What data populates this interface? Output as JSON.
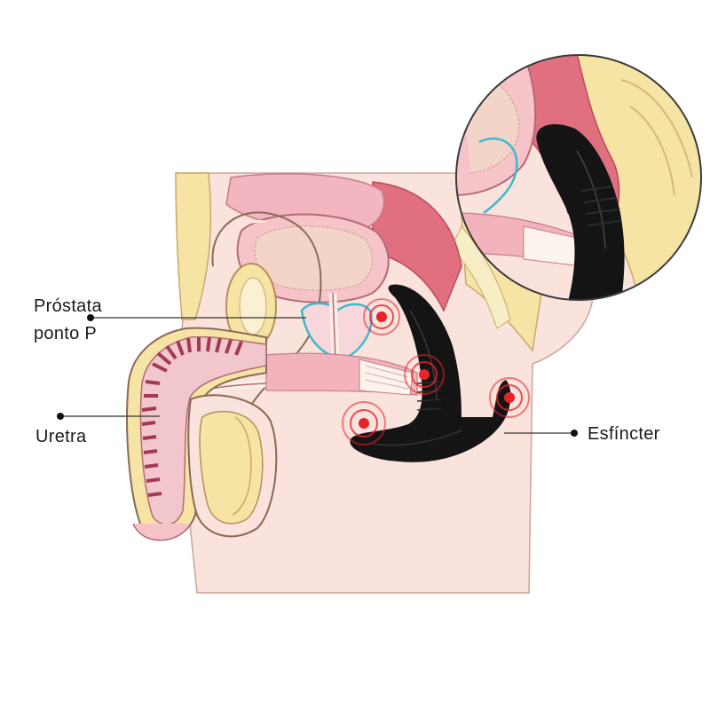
{
  "labels": {
    "prostata": "Próstata",
    "ponto_p": "ponto P",
    "uretra": "Uretra",
    "esfincter": "Esfíncter"
  },
  "colors": {
    "skin": "#fae3dc",
    "tissue_pink": "#f3b6c1",
    "tissue_red": "#e0707f",
    "fat_yellow": "#f6e4a4",
    "outline": "#8a6a55",
    "prostate_line": "#3fb8cc",
    "device": "#141414",
    "vibration": "#e8232a",
    "pointer_line": "#333333"
  },
  "icons": {
    "vibration_marker": "concentric-circles-icon",
    "pointer_dot": "dot-icon"
  }
}
